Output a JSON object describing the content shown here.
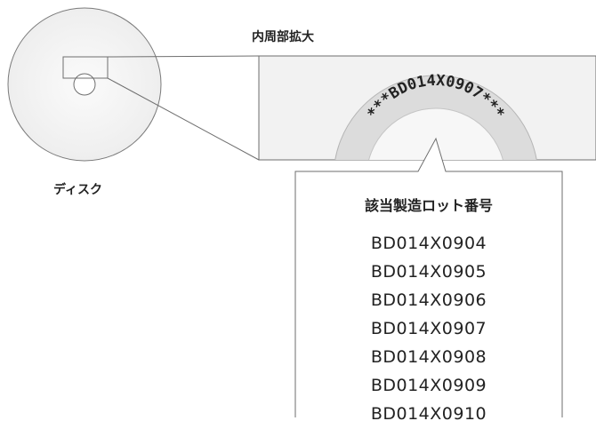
{
  "labels": {
    "disc": "ディスク",
    "zoom": "内周部拡大"
  },
  "zoom_arc_text": "***BD014X0907***",
  "panel": {
    "title": "該当製造ロット番号",
    "lots": [
      "BD014X0904",
      "BD014X0905",
      "BD014X0906",
      "BD014X0907",
      "BD014X0908",
      "BD014X0909",
      "BD014X0910"
    ]
  },
  "colors": {
    "line": "#6e6e6e",
    "disc_fill": "#f4f4f4",
    "zoom_fill": "#f2f2f2",
    "ring_fill": "#d7d7d7",
    "text": "#222222"
  }
}
